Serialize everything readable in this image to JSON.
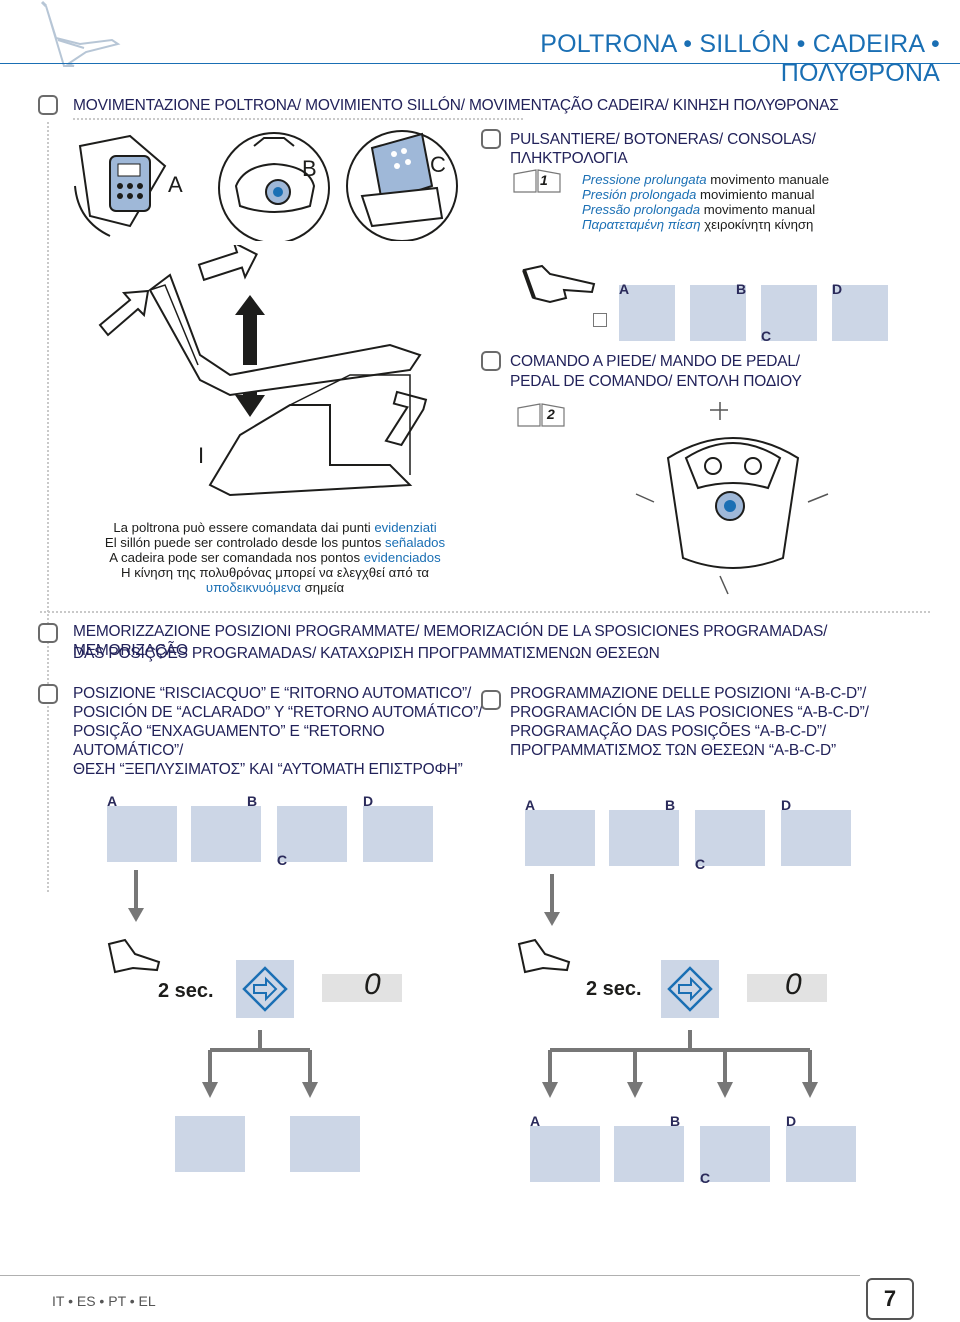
{
  "header": {
    "title": "POLTRONA • SILLÓN • CADEIRA • ΠΟΛΥΘΡΟΝΑ"
  },
  "section_movement": {
    "title": "MOVIMENTAZIONE POLTRONA/ MOVIMIENTO SILLÓN/ MOVIMENTAÇÃO CADEIRA/ ΚΙΝΗΣΗ ΠΟΛΥΘΡΟΝΑΣ",
    "view_labels": [
      "A",
      "B",
      "C"
    ],
    "chair_label": "I"
  },
  "section_consoles": {
    "title": "PULSANTIERE/ BOTONERAS/ CONSOLAS/ ΠΛΗΚΤΡΟΛΟΓΙΑ",
    "book_number": "1",
    "lines": [
      {
        "italic": "Pressione prolungata",
        "normal": " movimento manuale"
      },
      {
        "italic": "Presión prolongada",
        "normal": " movimiento manual"
      },
      {
        "italic": "Pressão prolongada",
        "normal": " movimento manual"
      },
      {
        "italic": "Παρατεταμένη πίεση",
        "normal": " χειροκίνητη κίνηση"
      }
    ],
    "panel_letters": [
      "A",
      "B",
      "C",
      "D"
    ]
  },
  "section_pedal": {
    "title_line1": "COMANDO A PIEDE/ MANDO DE PEDAL/",
    "title_line2": "PEDAL DE COMANDO/ ΕΝΤΟΛΗ ΠΟΔΙΟΥ",
    "book_number": "2"
  },
  "description": {
    "lines": [
      {
        "normal": "La poltrona può essere comandata dai punti ",
        "blue": "evidenziati"
      },
      {
        "normal": "El sillón puede ser controlado desde los puntos ",
        "blue": "señalados"
      },
      {
        "normal": "A cadeira pode ser comandada nos pontos ",
        "blue": "evidenciados"
      },
      {
        "normal": "Η κίνηση της πολυθρόνας μπορεί να ελεγχθεί από τα",
        "blue": ""
      },
      {
        "normal": "",
        "blue": "υποδεικνυόμενα",
        "tail": " σημεία"
      }
    ]
  },
  "section_memory": {
    "title_line1": "MEMORIZZAZIONE POSIZIONI PROGRAMMATE/ MEMORIZACIÓN DE LA SPOSICIONES PROGRAMADAS/ MEMORIZAÇÃO",
    "title_line2": "DAS POSIÇÕES PROGRAMADAS/ ΚΑΤΑΧΩΡΙΣΗ ΠΡΟΓΡΑΜΜΑΤΙΣΜΕΝΩΝ ΘΕΣΕΩΝ"
  },
  "left_block": {
    "lines": [
      "POSIZIONE “RISCIACQUO” E “RITORNO AUTOMATICO”/",
      "POSICIÓN DE “ACLARADO” Y “RETORNO AUTOMÁTICO”/",
      "POSIÇÃO “ENXAGUAMENTO” E “RETORNO AUTOMÁTICO”/",
      "ΘΕΣΗ “ΞΕΠΛΥΣΙΜΑΤΟΣ” ΚΑΙ “ΑΥΤΟΜΑΤΗ ΕΠΙΣΤΡΟΦΗ”"
    ],
    "hold_text": "2 sec.",
    "display_digit": "0",
    "panel_letters": [
      "A",
      "B",
      "C",
      "D"
    ]
  },
  "right_block": {
    "lines": [
      "PROGRAMMAZIONE DELLE POSIZIONI “A-B-C-D”/",
      "PROGRAMACIÓN DE LAS POSICIONES “A-B-C-D”/",
      "PROGRAMAÇÃO DAS POSIÇÕES “A-B-C-D”/",
      "ΠΡΟΓΡΑΜΜΑΤΙΣΜΟΣ ΤΩΝ ΘΕΣΕΩΝ “A-B-C-D”"
    ],
    "hold_text": "2 sec.",
    "display_digit": "0",
    "panel_letters": [
      "A",
      "B",
      "C",
      "D"
    ]
  },
  "footer": {
    "languages": "IT • ES • PT • EL",
    "page_number": "7"
  },
  "colors": {
    "accent": "#1a6fb4",
    "panel_bg": "#ccd6e6",
    "dark_text": "#22225a"
  }
}
